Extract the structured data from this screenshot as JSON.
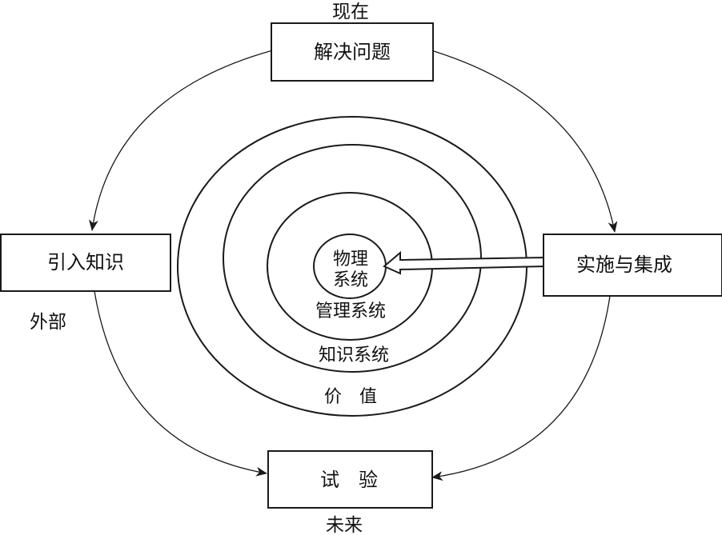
{
  "boxes": {
    "solve": "解决问题",
    "introduce": "引入知识",
    "implement": "实施与集成",
    "experiment": "试　验"
  },
  "side_labels": {
    "present": "现在",
    "external": "外部",
    "future": "未来"
  },
  "rings": {
    "core_line1": "物理",
    "core_line2": "系统",
    "management": "管理系统",
    "knowledge": "知识系统",
    "value": "价　值"
  },
  "colors": {
    "line": "#1a1a1a",
    "text": "#111111",
    "background": "#ffffff"
  }
}
